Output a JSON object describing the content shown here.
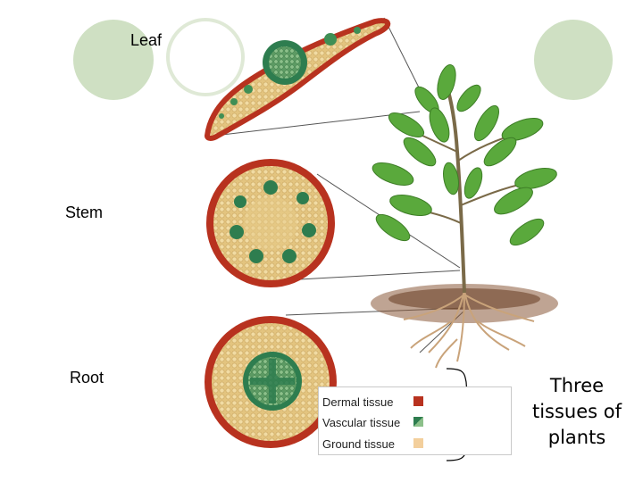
{
  "labels": {
    "leaf": "Leaf",
    "stem": "Stem",
    "root": "Root"
  },
  "legend": {
    "items": [
      {
        "label": "Dermal tissue",
        "color": "#b8321f"
      },
      {
        "label": "Vascular tissue",
        "color": "#2e7d4f"
      },
      {
        "label": "Ground tissue",
        "color": "#f3cf9c"
      }
    ]
  },
  "title": "Three tissues of plants",
  "colors": {
    "decor_circle": "#cfe0c3",
    "dermal": "#b8321f",
    "ground": "#e3c47f",
    "vascular": "#2e7d4f",
    "leaf_green": "#5aa93c"
  }
}
